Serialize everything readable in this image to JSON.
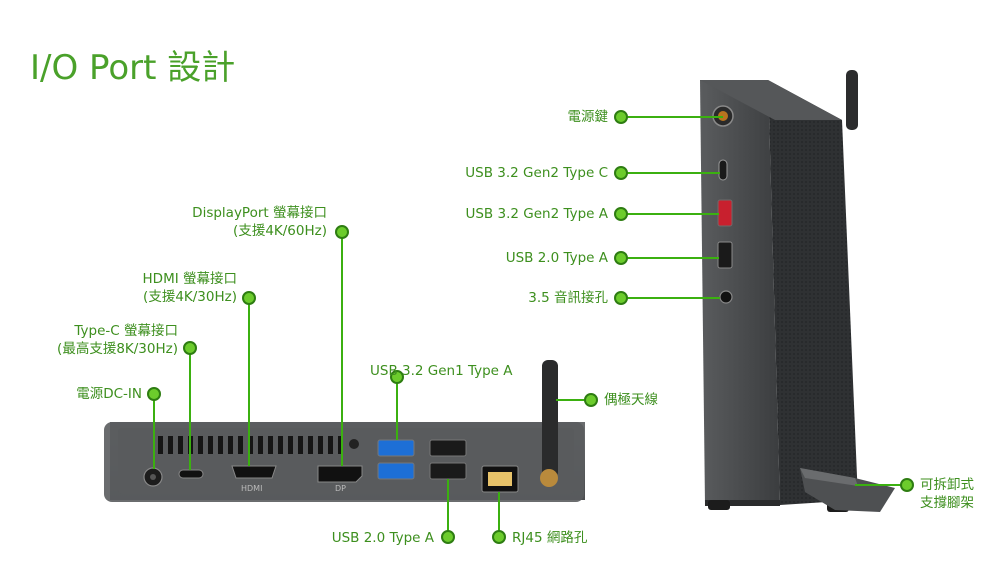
{
  "title": "I/O Port 設計",
  "labels": {
    "displayport": [
      "DisplayPort 螢幕接口",
      "(支援4K/60Hz)"
    ],
    "hdmi": [
      "HDMI 螢幕接口",
      "(支援4K/30Hz)"
    ],
    "typec": [
      "Type-C 螢幕接口",
      "(最高支援8K/30Hz)"
    ],
    "dcin": "電源DC-IN",
    "usb32gen1": "USB 3.2 Gen1  Type A",
    "antenna": "偶極天線",
    "usb20_bottom": "USB 2.0  Type A",
    "rj45": "RJ45 網路孔",
    "power": "電源鍵",
    "usbc": "USB 3.2 Gen2  Type C",
    "usb32gen2a": "USB 3.2 Gen2  Type A",
    "usb20_side": "USB 2.0  Type A",
    "audio": "3.5 音訊接孔",
    "stand": [
      "可拆卸式",
      "支撐腳架"
    ]
  },
  "port_marks": {
    "hdmi": "HDMI",
    "dp": "DP"
  },
  "colors": {
    "accent": "#4aa12a",
    "line": "#3bb010",
    "device": "#4a4c4d",
    "usb3_blue": "#1d6fd6",
    "usb_red": "#c8202e"
  }
}
